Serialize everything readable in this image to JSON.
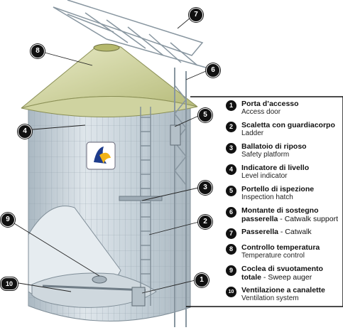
{
  "logo": {
    "name": "brand-logo-icon"
  },
  "callouts": [
    {
      "num": "1"
    },
    {
      "num": "2"
    },
    {
      "num": "3"
    },
    {
      "num": "4"
    },
    {
      "num": "5"
    },
    {
      "num": "6"
    },
    {
      "num": "7"
    },
    {
      "num": "8"
    },
    {
      "num": "9"
    },
    {
      "num": "10"
    }
  ],
  "legend": [
    {
      "num": "1",
      "it": "Porta d’accesso",
      "en": "Access door"
    },
    {
      "num": "2",
      "it": "Scaletta con guardiacorpo",
      "en": "Ladder"
    },
    {
      "num": "3",
      "it": "Ballatoio di riposo",
      "en": "Safety platform"
    },
    {
      "num": "4",
      "it": "Indicatore di livello",
      "en": "Level indicator"
    },
    {
      "num": "5",
      "it": "Portello di ispezione",
      "en": "Inspection hatch"
    },
    {
      "num": "6",
      "it": "Montante di sostegno",
      "it2": "passerella",
      "en_inline": " - Catwalk support"
    },
    {
      "num": "7",
      "it": "Passerella",
      "en_inline": " - Catwalk"
    },
    {
      "num": "8",
      "it": "Controllo temperatura",
      "en": "Temperature control"
    },
    {
      "num": "9",
      "it": "Coclea di svuotamento",
      "it2": "totale",
      "en_inline": " - Sweep auger"
    },
    {
      "num": "10",
      "it": "Ventilazione a canalette",
      "en": "Ventilation system"
    }
  ],
  "colors": {
    "roof": "#c9cc8a",
    "wall": "#c7d2d9",
    "frame": "#111111",
    "callout": "#111111"
  }
}
